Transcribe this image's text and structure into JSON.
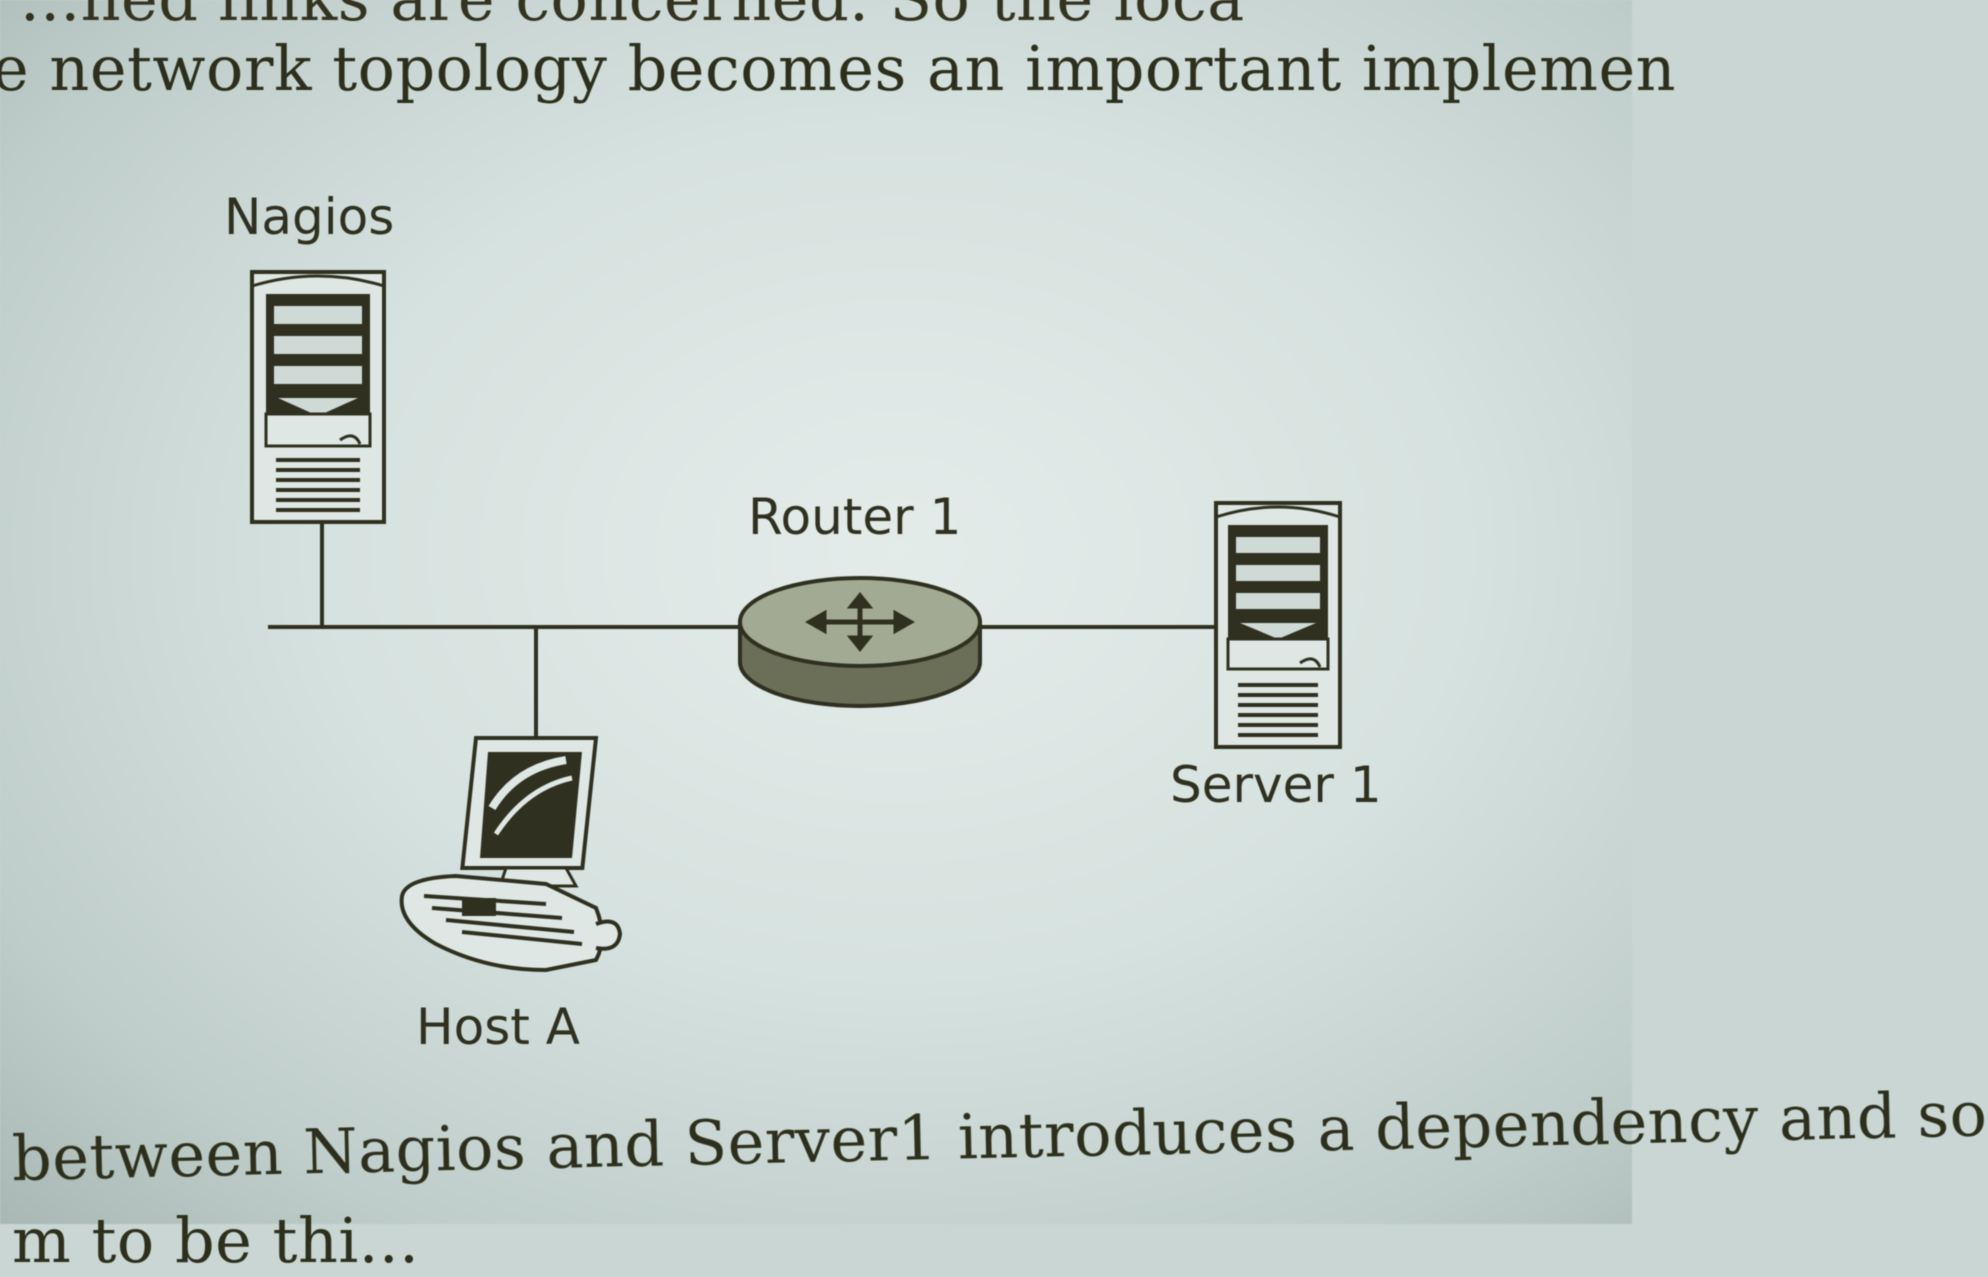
{
  "text": {
    "line_top_cut": "...ned links are concerned. So the loca",
    "line_top": "e network topology becomes an important implemen",
    "line_bottom": "between Nagios and Server1 introduces a dependency and so",
    "line_bottom_cut": "m to be thi..."
  },
  "diagram": {
    "nodes": {
      "nagios": "Nagios",
      "router": "Router 1",
      "server": "Server 1",
      "host": "Host A"
    },
    "icons": {
      "nagios": "server-tower-icon",
      "router": "router-icon",
      "server": "server-tower-icon",
      "host": "workstation-icon"
    },
    "colors": {
      "ink": "#2f3020",
      "paper": "#dbe5e2"
    }
  }
}
